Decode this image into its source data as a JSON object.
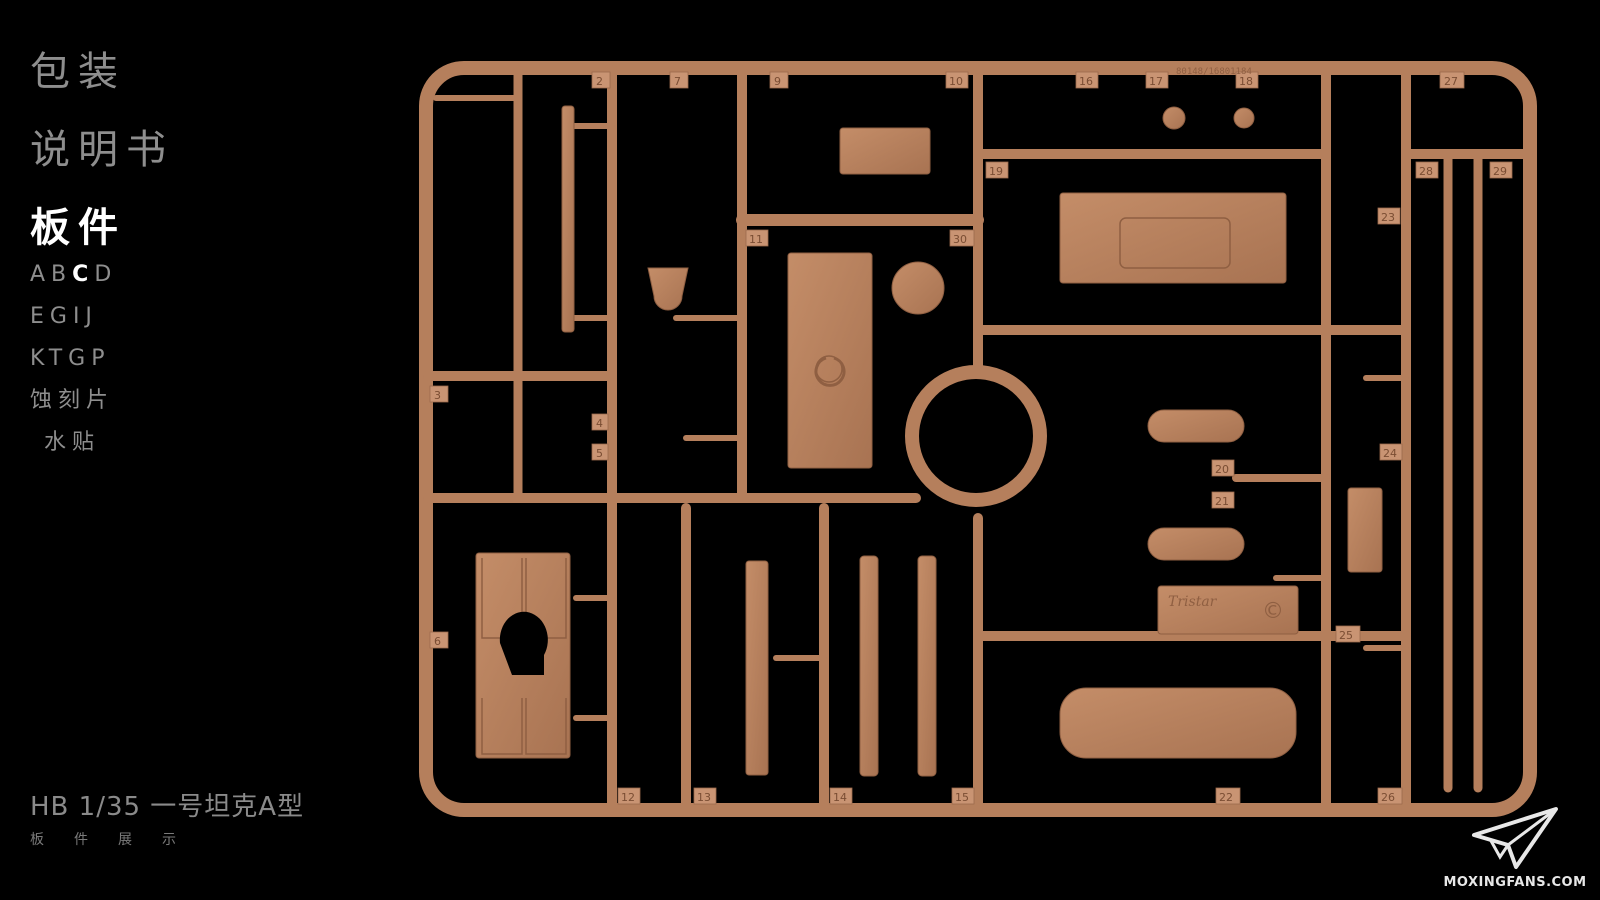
{
  "nav": {
    "items": [
      {
        "label": "包装"
      },
      {
        "label": "说明书"
      },
      {
        "label": "板件"
      }
    ],
    "subitems": [
      {
        "prefix": "AB",
        "highlight": "C",
        "suffix": "D"
      },
      {
        "prefix": "EGIJ",
        "highlight": "",
        "suffix": ""
      },
      {
        "prefix": "KTGP",
        "highlight": "",
        "suffix": ""
      },
      {
        "prefix": "蚀刻片",
        "highlight": "",
        "suffix": ""
      },
      {
        "prefix": "水贴",
        "highlight": "",
        "suffix": ""
      }
    ]
  },
  "caption": {
    "title": "HB 1/35 一号坦克A型",
    "subtitle": "板件展示"
  },
  "sprue": {
    "color": "#b57f5c",
    "part_numbers": [
      "2",
      "7",
      "9",
      "10",
      "16",
      "17",
      "18",
      "27",
      "19",
      "28",
      "29",
      "11",
      "30",
      "23",
      "3",
      "4",
      "5",
      "20",
      "21",
      "24",
      "6",
      "25",
      "12",
      "13",
      "14",
      "15",
      "22",
      "26"
    ],
    "frame_code": "80148/16801184",
    "brand": "Tristar",
    "copyright": "©"
  },
  "watermark": {
    "text": "MOXINGFANS.COM",
    "icon": "paper-plane-icon"
  }
}
